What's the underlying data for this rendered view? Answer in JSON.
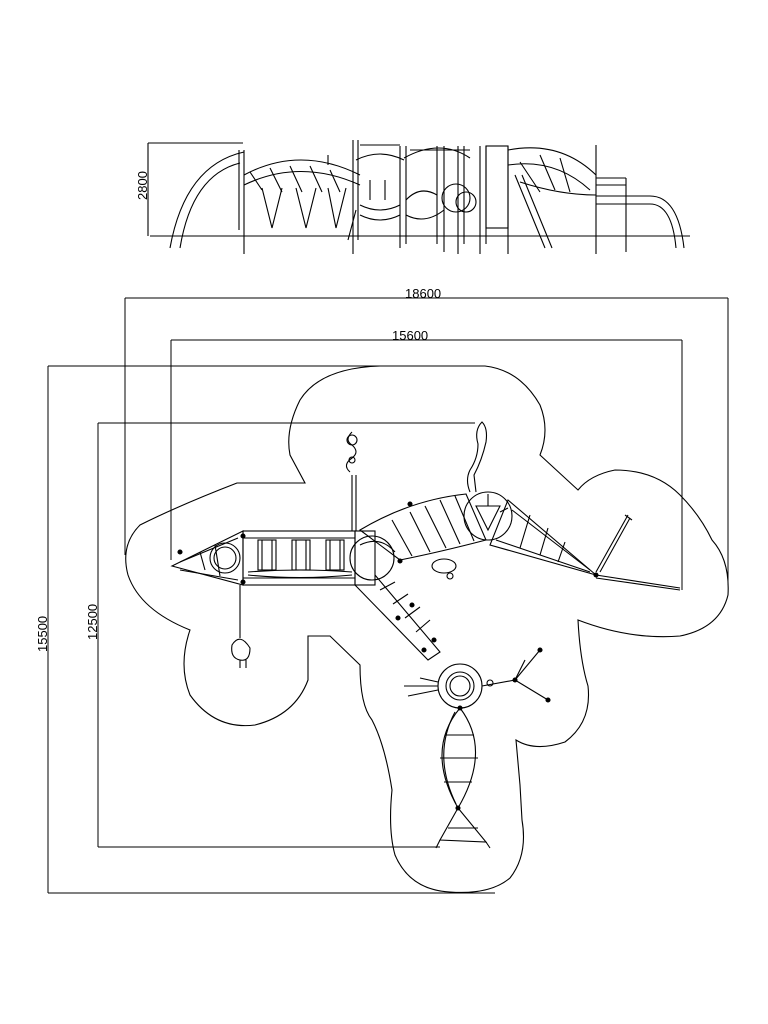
{
  "drawing": {
    "line_color": "#000000",
    "background": "#ffffff",
    "elevation_view": {
      "height_dimension": "2800"
    },
    "plan_view": {
      "overall_width_dimension": "18600",
      "structure_width_dimension": "15600",
      "overall_depth_dimension": "15500",
      "structure_depth_dimension": "12500"
    }
  }
}
